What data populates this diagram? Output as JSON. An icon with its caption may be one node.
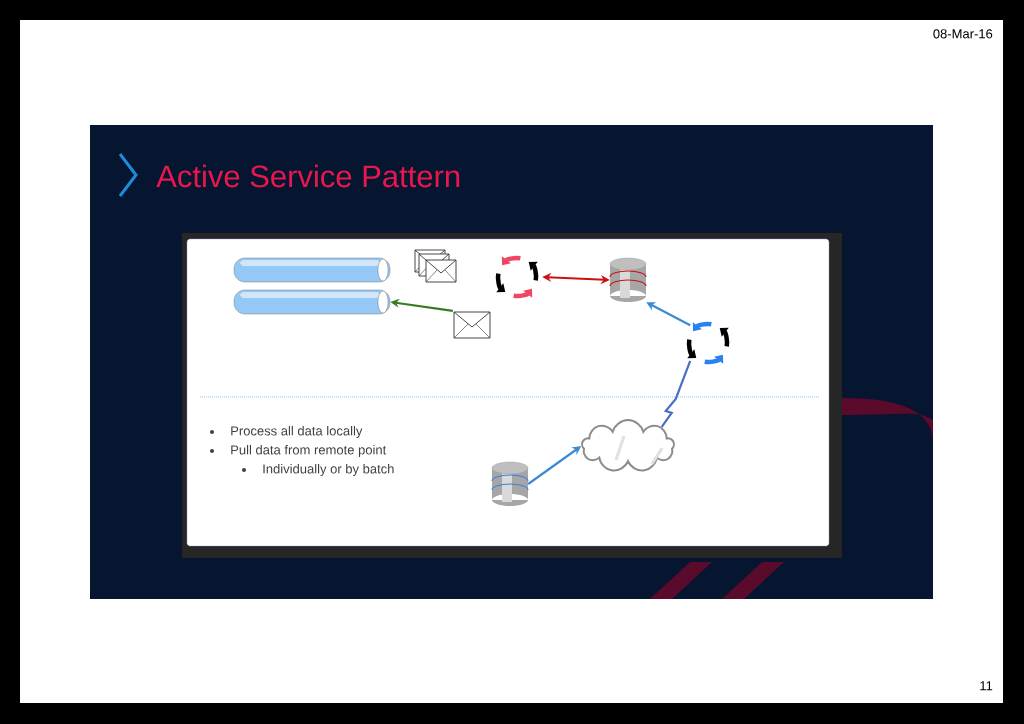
{
  "diagram": {
    "title": "Active Service Pattern",
    "nodes": [
      {
        "text": [],
        "shape": "cylinder"
      },
      {
        "text": [],
        "shape": "cylinder"
      },
      {
        "text": [],
        "shape": "envelopes"
      },
      {
        "text": [],
        "shape": "envelope"
      },
      {
        "text": [],
        "shape": "cycle"
      },
      {
        "text": [],
        "shape": "database"
      },
      {
        "text": [],
        "shape": "cycle"
      },
      {
        "text": [],
        "shape": "cloud"
      },
      {
        "text": [],
        "shape": "database"
      }
    ],
    "edges": [
      {
        "from": 3,
        "to": 1,
        "arrow": "to",
        "color": "#3a7a1e"
      },
      {
        "from": 4,
        "to": 5,
        "arrow": "both",
        "color": "#cc1111"
      },
      {
        "from": 6,
        "to": 5,
        "arrow": "to",
        "color": "#3a8ad6"
      },
      {
        "from": 7,
        "to": 6,
        "arrow": "none",
        "color": "#4a6fc0"
      },
      {
        "from": 8,
        "to": 7,
        "arrow": "to",
        "color": "#3a8ad6"
      }
    ],
    "labels": [
      "08-Mar-16",
      "Process all data locally",
      "Pull data from remote point",
      "Individually or by batch",
      "11"
    ]
  }
}
